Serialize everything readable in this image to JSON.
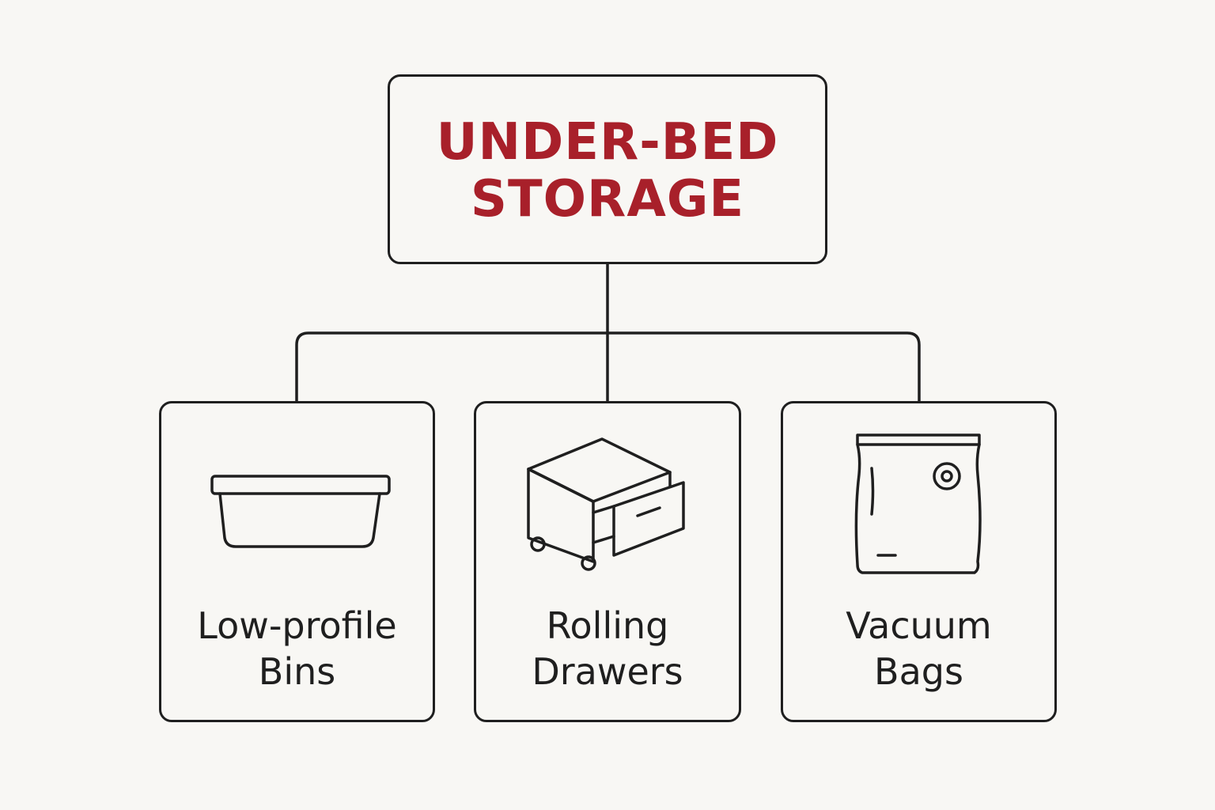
{
  "root": {
    "title_line1": "UNDER-BED",
    "title_line2": "STORAGE",
    "color": "#a8202a"
  },
  "children": [
    {
      "label_line1": "Low-profile",
      "label_line2": "Bins",
      "icon": "storage-bin-icon"
    },
    {
      "label_line1": "Rolling",
      "label_line2": "Drawers",
      "icon": "rolling-drawer-icon"
    },
    {
      "label_line1": "Vacuum",
      "label_line2": "Bags",
      "icon": "vacuum-bag-icon"
    }
  ],
  "stroke_color": "#1f1f1f",
  "background_color": "#f8f7f4"
}
